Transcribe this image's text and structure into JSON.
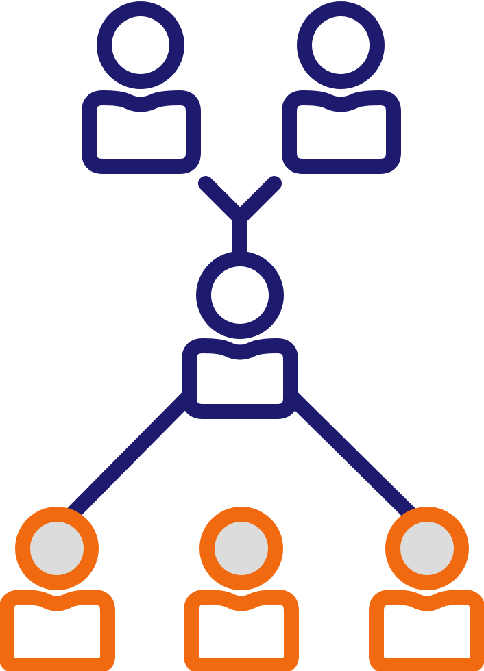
{
  "icon": {
    "name": "organization-hierarchy-icon",
    "colors": {
      "primary": "#1e1b6e",
      "accent": "#f26a10",
      "fill": "#dcdcdc",
      "background": "#ffffff"
    },
    "top_people": 2,
    "center_people": 1,
    "bottom_people": 3
  }
}
